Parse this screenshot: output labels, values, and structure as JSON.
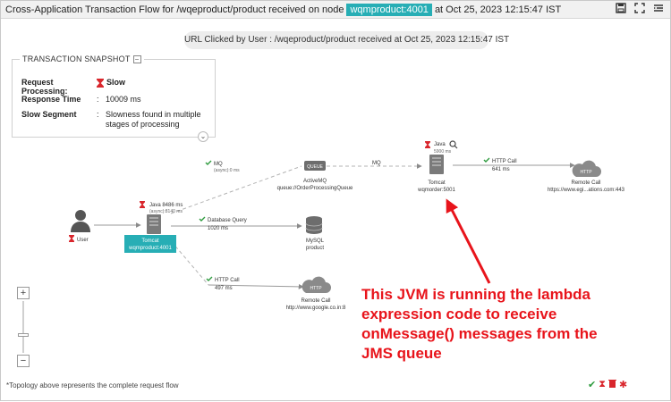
{
  "header": {
    "title_prefix": "Cross-Application Transaction Flow for /wqeproduct/product received on node",
    "node": "wqmproduct:4001",
    "title_suffix": "at Oct 25, 2023 12:15:47 IST",
    "icons": [
      "save-icon",
      "expand-icon",
      "list-menu-icon"
    ]
  },
  "url_clicked": "URL Clicked by User : /wqeproduct/product received at Oct 25, 2023 12:15:47 IST",
  "snapshot": {
    "heading": "TRANSACTION SNAPSHOT",
    "rows": [
      {
        "label": "Request Processing:",
        "value": "Slow"
      },
      {
        "label": "Response Time",
        "value": "10009 ms"
      },
      {
        "label": "Slow Segment",
        "value": "Slowness found in multiple stages of processing"
      }
    ]
  },
  "topology": {
    "user_label": "User",
    "tomcat_main": {
      "label1": "Tomcat",
      "label2": "wqmproduct:4001",
      "tech": "Java 8486 ms",
      "tech_sub": "(async):8140 ms"
    },
    "mq_edge": {
      "label": "MQ",
      "sub": "(async):0 ms"
    },
    "queue": {
      "badge": "QUEUE",
      "label1": "ActiveMQ",
      "label2": "queue://OrderProcessingQueue"
    },
    "mq_edge2": "MQ",
    "tomcat_order": {
      "label1": "Tomcat",
      "label2": "wqmorder:5001",
      "tech": "Java",
      "tech_ms": "5900 ms"
    },
    "http_edge_order": {
      "label": "HTTP Call",
      "ms": "641 ms"
    },
    "remote_order": {
      "label1": "Remote Call",
      "label2": "https://www.egi...ations.com:443"
    },
    "db_edge": {
      "label": "Database Query",
      "ms": "1020 ms"
    },
    "mysql": {
      "label1": "MySQL",
      "label2": "product"
    },
    "http_edge_google": {
      "label": "HTTP Call",
      "ms": "497 ms"
    },
    "remote_google": {
      "label1": "Remote Call",
      "label2": "http://www.google.co.in:8"
    },
    "http_badge": "HTTP"
  },
  "annotation": {
    "lines": [
      "This JVM is running the lambda",
      "expression code to receive",
      "onMessage() messages from the",
      "JMS queue"
    ]
  },
  "zoom": {
    "in": "+",
    "out": "−"
  },
  "footnote": "*Topology above represents the complete request flow",
  "colors": {
    "accent": "#27aeb5",
    "slow": "#d9262c",
    "ok": "#2e9b3e",
    "annotation": "#e8141b"
  }
}
